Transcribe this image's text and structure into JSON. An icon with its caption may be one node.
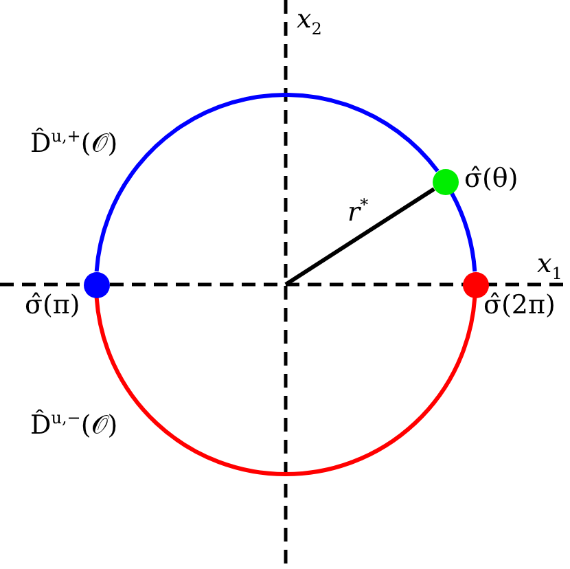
{
  "diagram": {
    "nodes": [
      {
        "text": [],
        "shape": "circle",
        "beside": [
          "σ̂(π)"
        ]
      },
      {
        "text": [],
        "shape": "circle",
        "beside": [
          "σ̂(θ)"
        ]
      },
      {
        "text": [],
        "shape": "circle",
        "beside": [
          "σ̂(2π)"
        ]
      }
    ],
    "edges": [
      {
        "from": 0,
        "to": 1,
        "arrow": "none",
        "color": "#0000ff"
      },
      {
        "from": 1,
        "to": 2,
        "arrow": "none",
        "color": "#0000ff"
      },
      {
        "from": 2,
        "to": 0,
        "arrow": "none",
        "color": "#ff0000"
      },
      {
        "from": null,
        "to": 1,
        "arrow": "none",
        "label": "*r*$^{*}$",
        "color": "#000000"
      }
    ],
    "labels": [
      "*x*$_{2}$",
      "D̂$^{u,+}$(𝒪)",
      "*x*$_{1}$",
      "D̂$^{u,−}$(𝒪)"
    ]
  }
}
